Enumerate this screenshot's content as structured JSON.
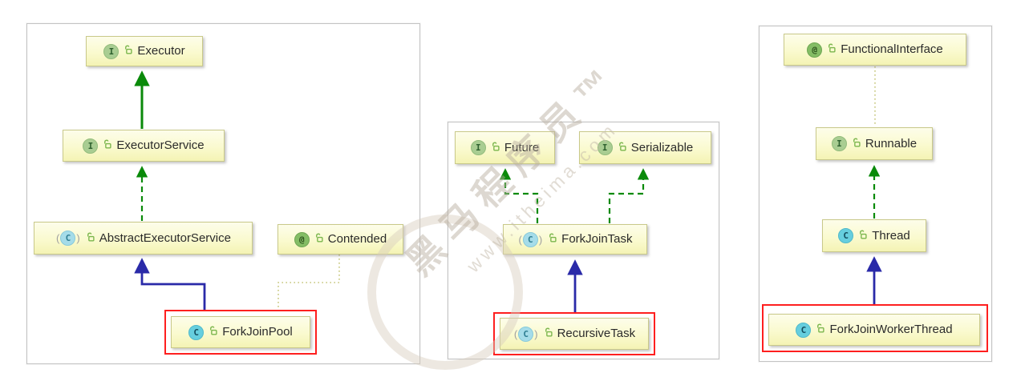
{
  "icons": {
    "letter_interface": "I",
    "letter_class": "C",
    "letter_annotation": "@",
    "paren_open": "(",
    "paren_close": ")",
    "lock_icon_meaning": "public-visibility-lock"
  },
  "watermark": {
    "line1": "黑马程序员™",
    "line2": "www.itheima.com"
  },
  "colors": {
    "node_fill_bottom": "#f4f3b4",
    "node_border": "#c9c98a",
    "panel_border": "#c3c3c3",
    "selection_border": "#fe1f1f",
    "interface_icon": "#a9cd92",
    "class_icon": "#66cede",
    "abstract_class_icon": "#a5dce9",
    "annotation_icon": "#84bd65",
    "edge_interface_green": "#0a8a0a",
    "edge_class_blue": "#2a2aa8",
    "edge_annotation_dotted": "#c6c67c"
  },
  "panels": [
    {
      "id": "left",
      "contains": [
        "Executor",
        "ExecutorService",
        "AbstractExecutorService",
        "Contended",
        "ForkJoinPool"
      ]
    },
    {
      "id": "middle",
      "contains": [
        "Future",
        "Serializable",
        "ForkJoinTask",
        "RecursiveTask"
      ]
    },
    {
      "id": "right",
      "contains": [
        "FunctionalInterface",
        "Runnable",
        "Thread",
        "ForkJoinWorkerThread"
      ]
    }
  ],
  "nodes": {
    "executor": {
      "label": "Executor",
      "kind": "interface",
      "selected": false
    },
    "executorservice": {
      "label": "ExecutorService",
      "kind": "interface",
      "selected": false
    },
    "abstractexecutorservice": {
      "label": "AbstractExecutorService",
      "kind": "abstract-class",
      "selected": false
    },
    "contended": {
      "label": "Contended",
      "kind": "annotation",
      "selected": false
    },
    "forkjoinpool": {
      "label": "ForkJoinPool",
      "kind": "class",
      "selected": true
    },
    "future": {
      "label": "Future",
      "kind": "interface",
      "selected": false
    },
    "serializable": {
      "label": "Serializable",
      "kind": "interface",
      "selected": false
    },
    "forkjointask": {
      "label": "ForkJoinTask",
      "kind": "abstract-class",
      "selected": false
    },
    "recursivetask": {
      "label": "RecursiveTask",
      "kind": "abstract-class",
      "selected": true
    },
    "functionalinterface": {
      "label": "FunctionalInterface",
      "kind": "annotation",
      "selected": false
    },
    "runnable": {
      "label": "Runnable",
      "kind": "interface",
      "selected": false
    },
    "thread": {
      "label": "Thread",
      "kind": "class",
      "selected": false
    },
    "forkjoinworkerthread": {
      "label": "ForkJoinWorkerThread",
      "kind": "class",
      "selected": true
    }
  },
  "edges": [
    {
      "from": "ExecutorService",
      "to": "Executor",
      "type": "extends-interface",
      "style": "solid-green-arrow"
    },
    {
      "from": "AbstractExecutorService",
      "to": "ExecutorService",
      "type": "implements",
      "style": "dashed-green-arrow"
    },
    {
      "from": "ForkJoinPool",
      "to": "AbstractExecutorService",
      "type": "extends-class",
      "style": "solid-blue-arrow"
    },
    {
      "from": "ForkJoinPool",
      "to": "Contended",
      "type": "annotated-by",
      "style": "dotted-olive"
    },
    {
      "from": "ForkJoinTask",
      "to": "Future",
      "type": "implements",
      "style": "dashed-green-arrow"
    },
    {
      "from": "ForkJoinTask",
      "to": "Serializable",
      "type": "implements",
      "style": "dashed-green-arrow"
    },
    {
      "from": "RecursiveTask",
      "to": "ForkJoinTask",
      "type": "extends-class",
      "style": "solid-blue-arrow"
    },
    {
      "from": "Runnable",
      "to": "FunctionalInterface",
      "type": "annotated-by",
      "style": "dotted-olive"
    },
    {
      "from": "Thread",
      "to": "Runnable",
      "type": "implements",
      "style": "dashed-green-arrow"
    },
    {
      "from": "ForkJoinWorkerThread",
      "to": "Thread",
      "type": "extends-class",
      "style": "solid-blue-arrow"
    }
  ]
}
